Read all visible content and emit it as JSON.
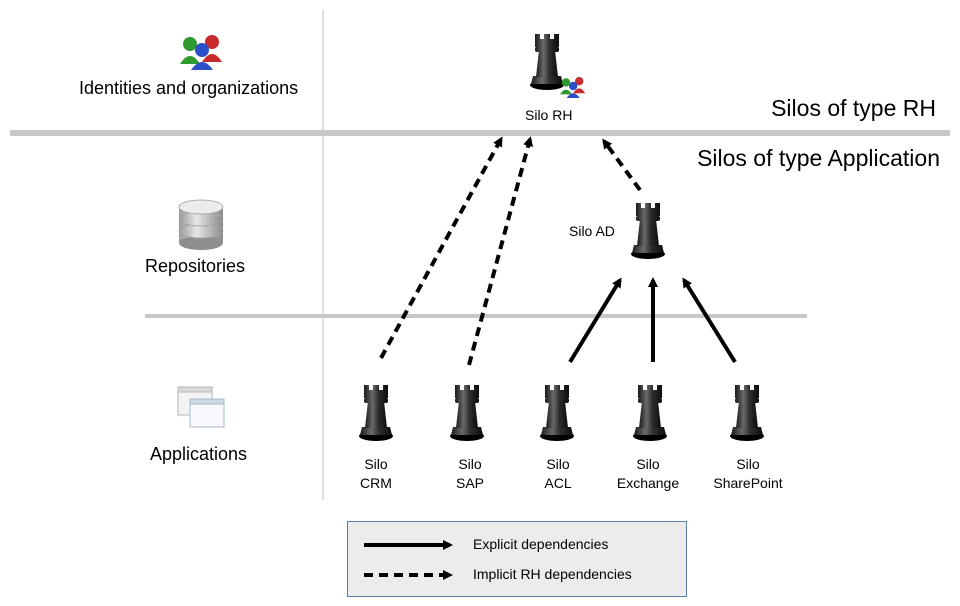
{
  "rows": {
    "identities": "Identities and organizations",
    "repositories": "Repositories",
    "applications": "Applications"
  },
  "zones": {
    "rh": "Silos of type RH",
    "application": "Silos of type Application"
  },
  "silos": {
    "rh": "Silo RH",
    "ad": "Silo AD",
    "crm": [
      "Silo",
      "CRM"
    ],
    "sap": [
      "Silo",
      "SAP"
    ],
    "acl": [
      "Silo",
      "ACL"
    ],
    "exchange": [
      "Silo",
      "Exchange"
    ],
    "sharepoint": [
      "Silo",
      "SharePoint"
    ]
  },
  "legend": {
    "explicit": "Explicit dependencies",
    "implicit": "Implicit RH dependencies"
  },
  "dependencies": [
    {
      "from": "crm",
      "to": "rh",
      "type": "implicit"
    },
    {
      "from": "sap",
      "to": "rh",
      "type": "implicit"
    },
    {
      "from": "ad",
      "to": "rh",
      "type": "implicit"
    },
    {
      "from": "acl",
      "to": "ad",
      "type": "explicit"
    },
    {
      "from": "exchange",
      "to": "ad",
      "type": "explicit"
    },
    {
      "from": "sharepoint",
      "to": "ad",
      "type": "explicit"
    }
  ],
  "colors": {
    "separator": "#c8c8c8",
    "legend_bg": "#ececec",
    "legend_border": "#5b7fa8"
  }
}
